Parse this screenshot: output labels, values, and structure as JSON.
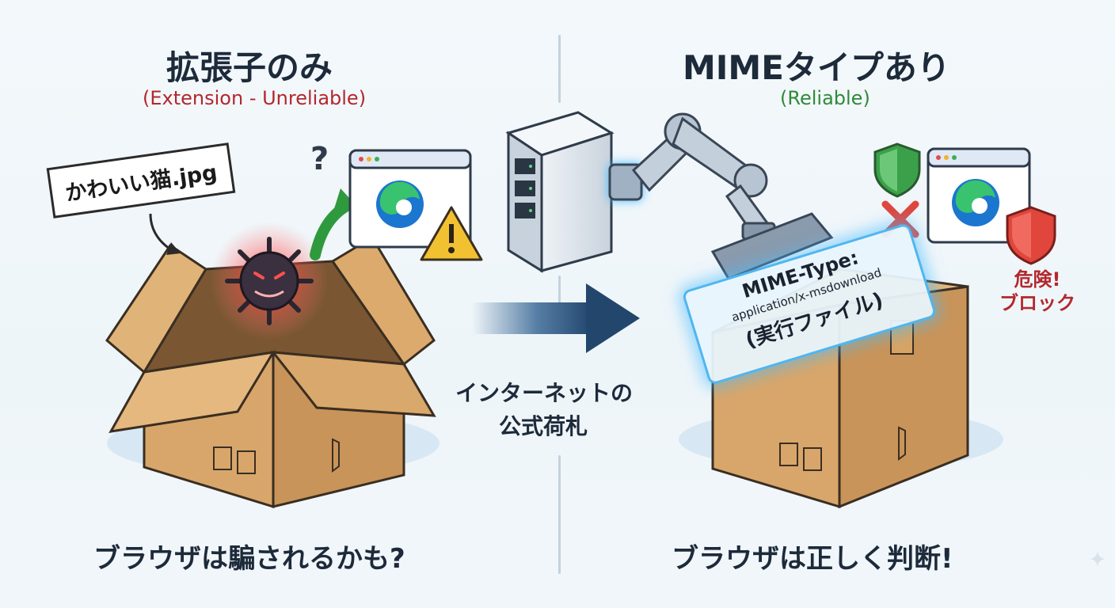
{
  "left": {
    "title": "拡張子のみ",
    "subtitle": "(Extension - Unreliable)",
    "file_label": "かわいい猫.jpg",
    "caption": "ブラウザは騙されるかも?"
  },
  "right": {
    "title": "MIMEタイプあり",
    "subtitle": "(Reliable)",
    "mime_line1": "MIME-Type:",
    "mime_line2": "application/x-msdownload",
    "mime_line3": "(実行ファイル)",
    "danger_line1": "危険!",
    "danger_line2": "ブロック",
    "caption": "ブラウザは正しく判断!"
  },
  "center": {
    "line1": "インターネットの",
    "line2": "公式荷札"
  },
  "icons": {
    "question": "?",
    "warning": "warning-triangle-icon",
    "virus": "virus-icon",
    "server": "server-icon",
    "robot_arm": "robot-arm-icon",
    "shield_ok": "green-shield-icon",
    "shield_bad": "red-shield-icon",
    "cross": "red-x-icon",
    "browser": "edge-browser-icon"
  },
  "colors": {
    "unreliable": "#b3282d",
    "reliable": "#2f8a3a",
    "box": "#d4a56a",
    "glow": "#48bcff"
  }
}
